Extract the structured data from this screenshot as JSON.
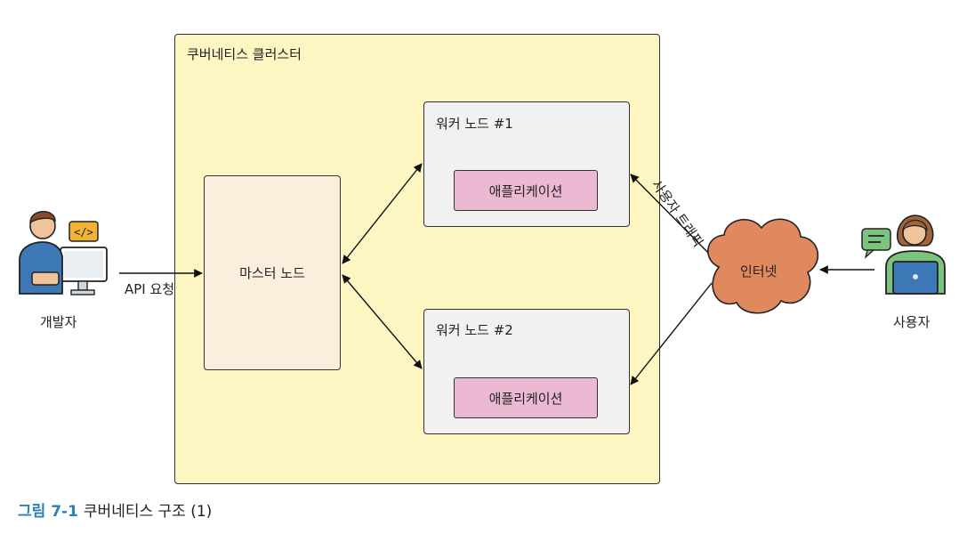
{
  "cluster": {
    "title": "쿠버네티스 클러스터"
  },
  "master": {
    "label": "마스터 노드"
  },
  "workers": [
    {
      "title": "워커 노드 #1",
      "app": "애플리케이션"
    },
    {
      "title": "워커 노드 #2",
      "app": "애플리케이션"
    }
  ],
  "developer": {
    "label": "개발자",
    "request_label": "API 요청"
  },
  "user": {
    "label": "사용자"
  },
  "internet": {
    "label": "인터넷"
  },
  "traffic": {
    "label": "사용자 트래픽"
  },
  "caption": {
    "figure": "그림 7-1",
    "text": "쿠버네티스 구조 (1)"
  },
  "colors": {
    "cluster": "#fdf6c3",
    "master": "#fbeedd",
    "worker": "#f1f1f1",
    "app": "#ecb9d3",
    "internet": "#e0895f",
    "caption_accent": "#2a7fbd"
  }
}
